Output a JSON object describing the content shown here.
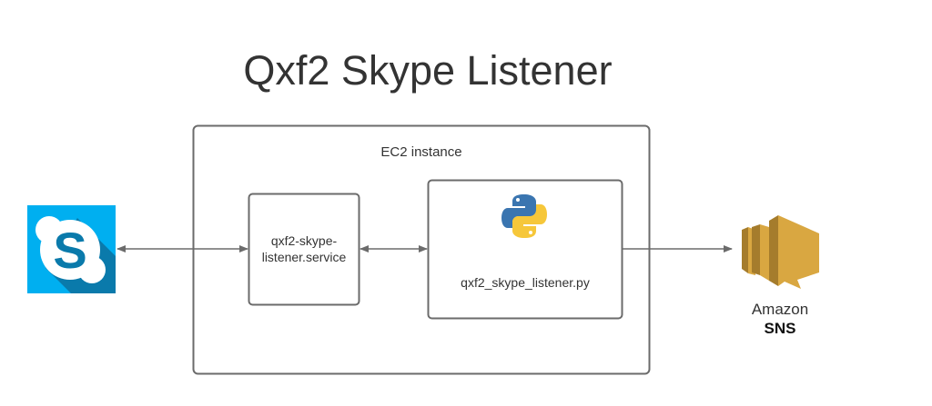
{
  "title": "Qxf2 Skype Listener",
  "ec2": {
    "label": "EC2 instance"
  },
  "service": {
    "line1": "qxf2-skype-",
    "line2": "listener.service"
  },
  "python": {
    "label": "qxf2_skype_listener.py",
    "icon": "python-logo"
  },
  "skype": {
    "icon": "skype-logo",
    "color": "#00aff0"
  },
  "sns": {
    "line1": "Amazon",
    "line2": "SNS",
    "icon": "amazon-sns-logo",
    "color": "#d9a741"
  },
  "colors": {
    "stroke": "#6b6b6b",
    "text": "#333333"
  }
}
